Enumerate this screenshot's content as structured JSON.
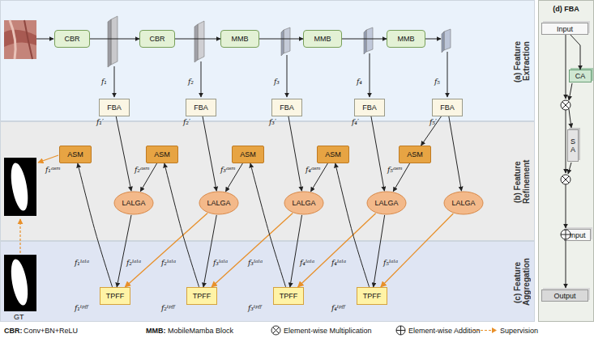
{
  "diagram": {
    "nodes": [
      {
        "text": [
          "(a) Feature Extraction"
        ]
      },
      {
        "text": [
          "CBR"
        ],
        "in": 0
      },
      {
        "text": [
          "CBR"
        ],
        "in": 0
      },
      {
        "text": [
          "MMB"
        ],
        "in": 0
      },
      {
        "text": [
          "MMB"
        ],
        "in": 0
      },
      {
        "text": [
          "MMB"
        ],
        "in": 0
      },
      {
        "text": [
          "FBA"
        ],
        "in": 0
      },
      {
        "text": [
          "FBA"
        ],
        "in": 0
      },
      {
        "text": [
          "FBA"
        ],
        "in": 0
      },
      {
        "text": [
          "FBA"
        ],
        "in": 0
      },
      {
        "text": [
          "FBA"
        ],
        "in": 0
      },
      {
        "text": [
          "(b) Feature Refinement"
        ]
      },
      {
        "text": [
          "ASM"
        ],
        "in": 11
      },
      {
        "text": [
          "ASM"
        ],
        "in": 11
      },
      {
        "text": [
          "ASM"
        ],
        "in": 11
      },
      {
        "text": [
          "ASM"
        ],
        "in": 11
      },
      {
        "text": [
          "ASM"
        ],
        "in": 11
      },
      {
        "text": [
          "LALGA"
        ],
        "in": 11
      },
      {
        "text": [
          "LALGA"
        ],
        "in": 11
      },
      {
        "text": [
          "LALGA"
        ],
        "in": 11
      },
      {
        "text": [
          "LALGA"
        ],
        "in": 11
      },
      {
        "text": [
          "LALGA"
        ],
        "in": 11
      },
      {
        "text": [
          "(c) Feature Aggregation"
        ]
      },
      {
        "text": [
          "TPFF"
        ],
        "in": 22
      },
      {
        "text": [
          "TPFF"
        ],
        "in": 22
      },
      {
        "text": [
          "TPFF"
        ],
        "in": 22
      },
      {
        "text": [
          "TPFF"
        ],
        "in": 22
      },
      {
        "text": [
          "(d) FBA"
        ]
      },
      {
        "text": [
          "Input"
        ],
        "in": 27
      },
      {
        "text": [
          "CA"
        ],
        "in": 27
      },
      {
        "text": [
          "SA"
        ],
        "in": 27
      },
      {
        "text": [
          "Input"
        ],
        "in": 27
      },
      {
        "text": [
          "Output"
        ],
        "in": 27
      }
    ],
    "edges": [
      {
        "from": 1,
        "to": 2,
        "arrow": "to"
      },
      {
        "from": 2,
        "to": 3,
        "arrow": "to"
      },
      {
        "from": 3,
        "to": 4,
        "arrow": "to"
      },
      {
        "from": 4,
        "to": 5,
        "arrow": "to"
      },
      {
        "from": 6,
        "to": 17,
        "arrow": "to"
      },
      {
        "from": 7,
        "to": 18,
        "arrow": "to"
      },
      {
        "from": 8,
        "to": 19,
        "arrow": "to"
      },
      {
        "from": 9,
        "to": 20,
        "arrow": "to"
      },
      {
        "from": 10,
        "to": 16,
        "arrow": "to"
      },
      {
        "from": 10,
        "to": 21,
        "arrow": "to"
      },
      {
        "from": 13,
        "to": 17,
        "arrow": "to"
      },
      {
        "from": 14,
        "to": 18,
        "arrow": "to"
      },
      {
        "from": 15,
        "to": 19,
        "arrow": "to"
      },
      {
        "from": 16,
        "to": 20,
        "arrow": "to"
      },
      {
        "from": 17,
        "to": 23,
        "arrow": "to"
      },
      {
        "from": 18,
        "to": 23,
        "arrow": "to"
      },
      {
        "from": 18,
        "to": 24,
        "arrow": "to"
      },
      {
        "from": 19,
        "to": 24,
        "arrow": "to"
      },
      {
        "from": 19,
        "to": 25,
        "arrow": "to"
      },
      {
        "from": 20,
        "to": 25,
        "arrow": "to"
      },
      {
        "from": 20,
        "to": 26,
        "arrow": "to"
      },
      {
        "from": 21,
        "to": 26,
        "arrow": "to"
      },
      {
        "from": 23,
        "to": 12,
        "arrow": "to"
      },
      {
        "from": 24,
        "to": 13,
        "arrow": "to"
      },
      {
        "from": 25,
        "to": 14,
        "arrow": "to"
      },
      {
        "from": 26,
        "to": 15,
        "arrow": "to"
      },
      {
        "from": 28,
        "to": 29,
        "arrow": "to"
      }
    ],
    "labels": [
      "f₁",
      "f₂",
      "f₃",
      "f₄",
      "f₅",
      "f₁′",
      "f₂′",
      "f₃′",
      "f₄′",
      "f₅′",
      "f₁ᵃˢᵐ",
      "f₂ᵃˢᵐ",
      "f₃ᵃˢᵐ",
      "f₄ᵃˢᵐ",
      "f₅ᵃˢᵐ",
      "f₁ˡᵃˡᵃ",
      "f₂ˡᵃˡᵃ",
      "f₂ˡᵃˡᵃ",
      "f₃ˡᵃˡᵃ",
      "f₃ˡᵃˡᵃ",
      "f₄ˡᵃˡᵃ",
      "f₄ˡᵃˡᵃ",
      "f₅ˡᵃˡᵃ",
      "f₁ᵗᵖᶠᶠ",
      "f₂ᵗᵖᶠᶠ",
      "f₃ᵗᵖᶠᶠ",
      "f₄ᵗᵖᶠᶠ",
      "GT",
      "CBR:",
      "Conv+BN+ReLU",
      "MMB:",
      "MobileMamba Block"
    ],
    "legend": [
      {
        "text": "Element-wise Multiplication"
      },
      {
        "text": "Element-wise Addition"
      },
      {
        "text": "Supervision"
      }
    ]
  }
}
